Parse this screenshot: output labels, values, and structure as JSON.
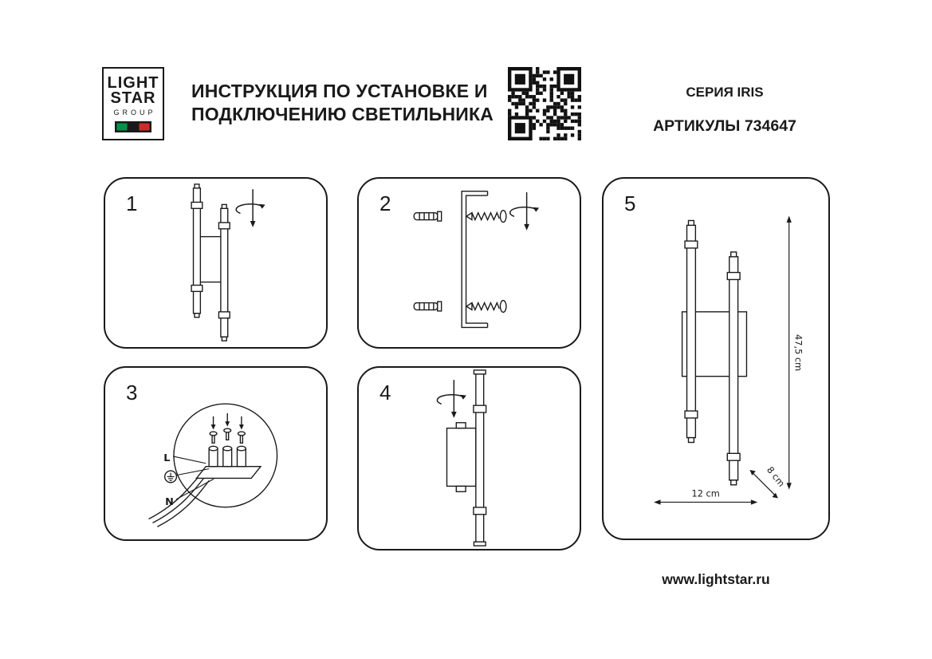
{
  "colors": {
    "ink": "#1a1a1a",
    "flag_green": "#00924a",
    "flag_red": "#d02b2b"
  },
  "header": {
    "logo": {
      "word1": "LIGHT",
      "word2": "STAR",
      "word3": "GROUP"
    },
    "title_line1": "ИНСТРУКЦИЯ ПО УСТАНОВКЕ И",
    "title_line2": "ПОДКЛЮЧЕНИЮ СВЕТИЛЬНИКА",
    "series": "СЕРИЯ IRIS",
    "articles": "АРТИКУЛЫ 734647"
  },
  "steps": [
    {
      "number": "1"
    },
    {
      "number": "2"
    },
    {
      "number": "3",
      "labels": {
        "line": "L",
        "neutral": "N"
      }
    },
    {
      "number": "4"
    },
    {
      "number": "5",
      "dimensions": {
        "height": "47,5 cm",
        "width": "12 cm",
        "depth": "8 cm"
      }
    }
  ],
  "footer": {
    "website": "www.lightstar.ru"
  }
}
